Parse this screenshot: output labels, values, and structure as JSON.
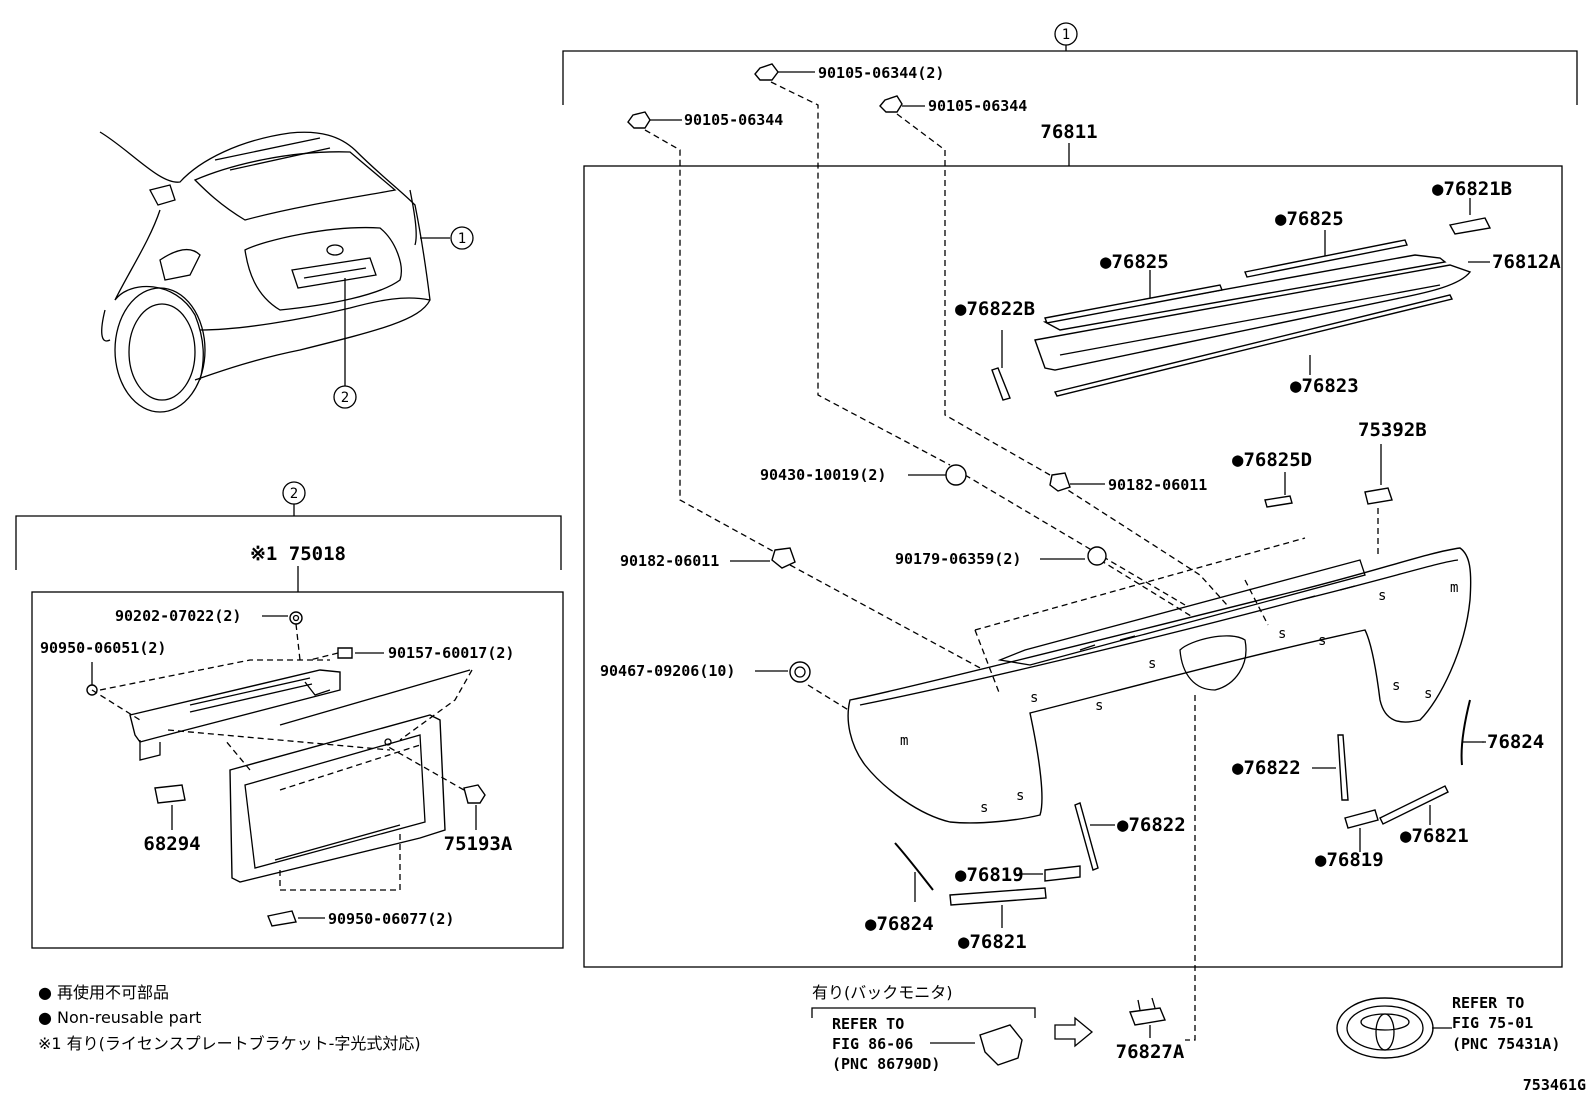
{
  "callouts": {
    "c1_top": "1",
    "c1_car": "1",
    "c2_car": "2",
    "c2_box": "2"
  },
  "box1": {
    "title": "76811",
    "parts": {
      "p90105_2": "90105-06344(2)",
      "p90105_left": "90105-06344",
      "p90105_right": "90105-06344",
      "p76821B": "●76821B",
      "p76825_right": "●76825",
      "p76825_left": "●76825",
      "p76812A": "76812A",
      "p76822B": "●76822B",
      "p76823": "●76823",
      "p90430": "90430-10019(2)",
      "p90182_right": "90182-06011",
      "p76825D": "●76825D",
      "p75392B": "75392B",
      "p90182_left": "90182-06011",
      "p90179": "90179-06359(2)",
      "p90467": "90467-09206(10)",
      "p76824_right": "76824",
      "p76822_right": "●76822",
      "p76822_mid": "●76822",
      "p76819_mid": "●76819",
      "p76824_left": "●76824",
      "p76821_mid": "●76821",
      "p76819_right": "●76819",
      "p76821_right": "●76821"
    }
  },
  "box2": {
    "title": "※1 75018",
    "parts": {
      "p90202": "90202-07022(2)",
      "p90950_51": "90950-06051(2)",
      "p90157": "90157-60017(2)",
      "p68294": "68294",
      "p75193A": "75193A",
      "p90950_77": "90950-06077(2)"
    }
  },
  "bottom": {
    "backmonitor": "有り(バックモニタ)",
    "refer86_1": "REFER TO",
    "refer86_2": "FIG 86-06",
    "refer86_3": "(PNC 86790D)",
    "p76827A": "76827A",
    "refer75_1": "REFER TO",
    "refer75_2": "FIG 75-01",
    "refer75_3": "(PNC 75431A)",
    "fig_id": "753461G"
  },
  "legend": {
    "line1": "● 再使用不可部品",
    "line2": "● Non-reusable part",
    "line3": "※1 有り(ライセンスプレートブラケット-字光式対応)"
  },
  "colors": {
    "ink": "#000000",
    "paper": "#ffffff"
  }
}
